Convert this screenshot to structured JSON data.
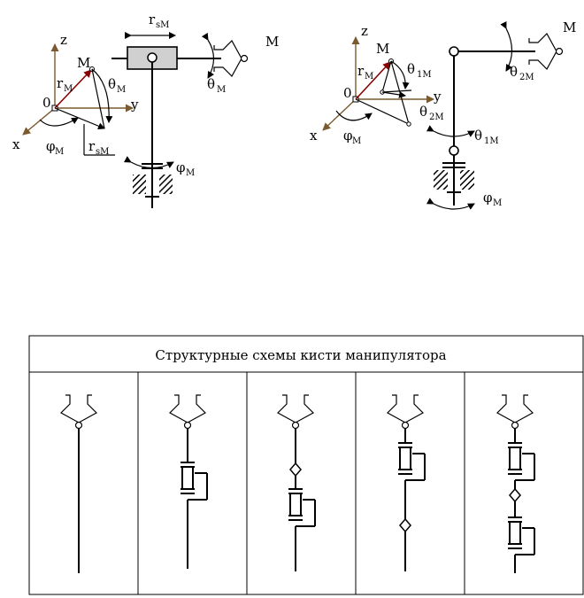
{
  "left_scheme": {
    "r_s": "r",
    "r_s_sub": "sM",
    "M": "M",
    "z": "z",
    "y": "y",
    "x": "x",
    "origin": "0",
    "r": "r",
    "r_sub": "M",
    "theta": "θ",
    "theta_sub": "M",
    "theta2": "θ",
    "theta2_sub": "M",
    "phi": "φ",
    "phi_sub": "M",
    "phi2": "φ",
    "phi2_sub": "M",
    "rs2": "r",
    "rs2_sub": "sM"
  },
  "right_scheme": {
    "M": "M",
    "M2": "M",
    "z": "z",
    "y": "y",
    "x": "x",
    "origin": "0",
    "r": "r",
    "r_sub": "M",
    "theta1": "θ",
    "theta1_sub": "1M",
    "theta2": "θ",
    "theta2_sub": "2M",
    "theta2b": "θ",
    "theta2b_sub": "2M",
    "theta1b": "θ",
    "theta1b_sub": "1M",
    "phi": "φ",
    "phi_sub": "M",
    "phi2": "φ",
    "phi2_sub": "M"
  },
  "table": {
    "title": "Структурные схемы кисти манипулятора"
  },
  "colors": {
    "axis": "#7a5a2e",
    "vector": "#8b0000"
  }
}
